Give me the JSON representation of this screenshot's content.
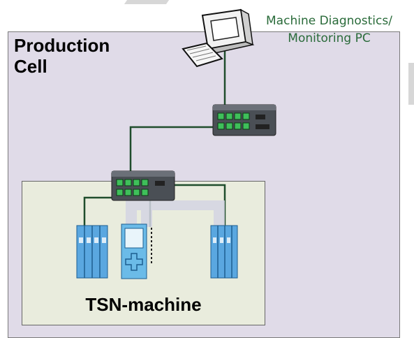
{
  "cell": {
    "title": "Production\nCell"
  },
  "machine": {
    "title": "TSN-machine"
  },
  "pc": {
    "label_line1": "Machine Diagnostics/",
    "label_line2": "Monitoring PC"
  },
  "colors": {
    "cell_fill": "#e0dbe8",
    "machine_fill": "#e9ecdd",
    "link": "#1f4d2c",
    "label_text": "#2a6b3a",
    "io_module": "#5aa7e0",
    "switch_body": "#4a4f55",
    "port_green": "#3fbf5a"
  },
  "icons": {
    "pc": "desktop-computer-icon",
    "switch": "network-switch-icon",
    "io": "io-module-icon",
    "plc": "plc-controller-icon"
  }
}
